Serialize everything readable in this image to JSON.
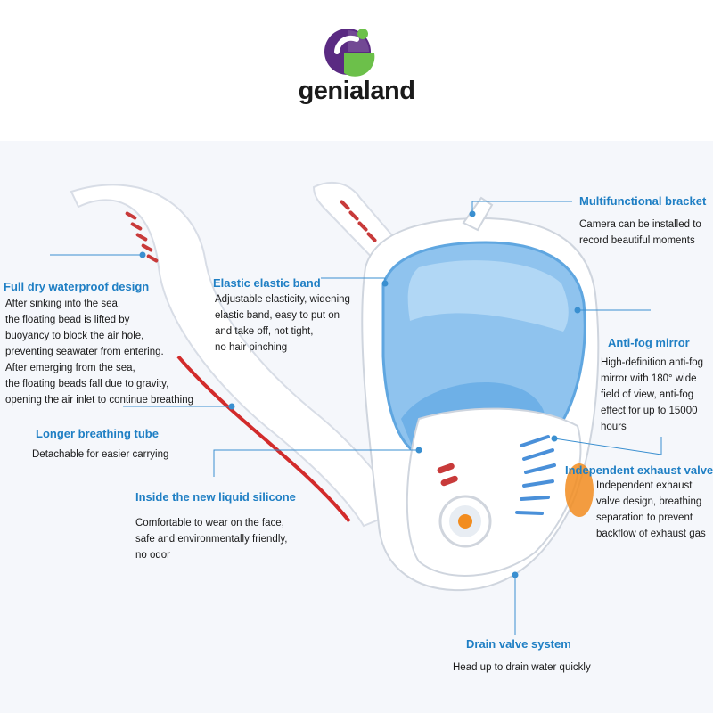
{
  "brand": {
    "name": "genialand"
  },
  "colors": {
    "heading": "#1f7fc4",
    "leader": "#3a8fd0",
    "body_text": "#1a1a1a",
    "logo_purple": "#5a2a82",
    "logo_green": "#6cc04a",
    "lens_blue": "#8fc3ee"
  },
  "features": {
    "bracket": {
      "title": "Multifunctional bracket",
      "desc": "Camera can be installed to\nrecord beautiful moments"
    },
    "dry_design": {
      "title": "Full dry waterproof design",
      "desc": "After sinking into the sea,\nthe floating bead is lifted by\nbuoyancy to block the air hole,\npreventing seawater from entering.\nAfter emerging from the sea,\nthe floating beads fall due to gravity,\nopening the air inlet to continue breathing"
    },
    "band": {
      "title": "Elastic elastic band",
      "desc": "Adjustable elasticity, widening\nelastic band, easy to put on\n and take off, not tight,\nno hair pinching"
    },
    "antifog": {
      "title": "Anti-fog mirror",
      "desc": "High-definition anti-fog\nmirror with 180° wide\nfield of view, anti-fog\neffect for up to 15000\nhours"
    },
    "tube": {
      "title": "Longer breathing tube",
      "desc": "Detachable for easier carrying"
    },
    "exhaust": {
      "title": "Independent exhaust valve",
      "desc": "Independent exhaust\nvalve design, breathing\nseparation to prevent\nbackflow of exhaust gas"
    },
    "silicone": {
      "title": "Inside the new liquid silicone",
      "desc": "Comfortable to wear on the face,\nsafe and environmentally friendly,\nno odor"
    },
    "drain": {
      "title": "Drain valve system",
      "desc": "Head up to drain water quickly"
    }
  }
}
